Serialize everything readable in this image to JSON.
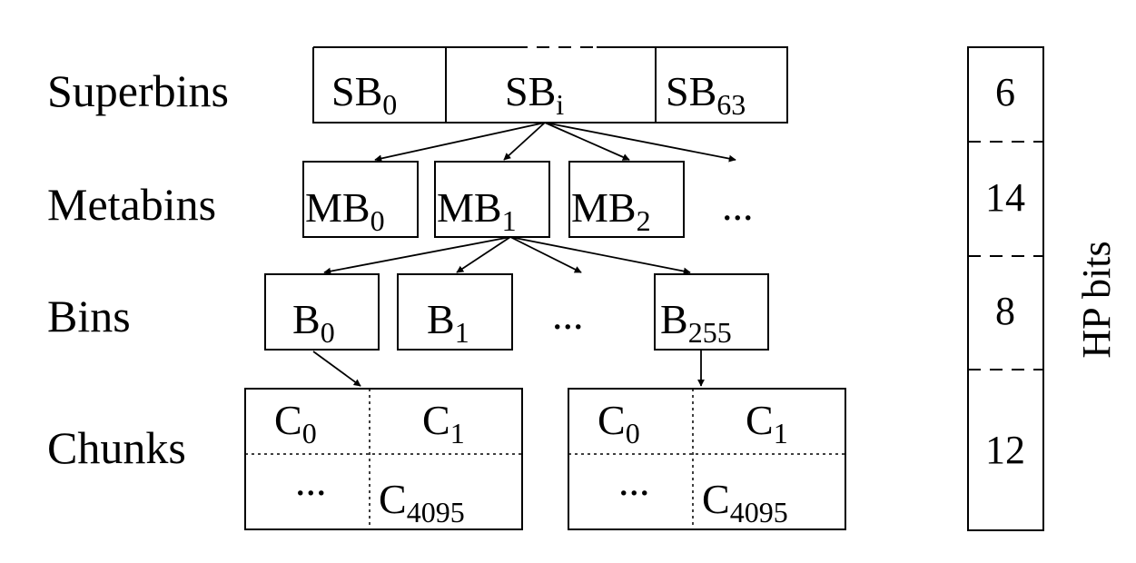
{
  "rows": {
    "superbins": "Superbins",
    "metabins": "Metabins",
    "bins": "Bins",
    "chunks": "Chunks"
  },
  "superbins": [
    {
      "main": "SB",
      "sub": "0"
    },
    {
      "main": "SB",
      "sub": "i"
    },
    {
      "main": "SB",
      "sub": "63"
    }
  ],
  "metabins": [
    {
      "main": "MB",
      "sub": "0"
    },
    {
      "main": "MB",
      "sub": "1"
    },
    {
      "main": "MB",
      "sub": "2"
    }
  ],
  "metabins_more": "...",
  "bins": [
    {
      "main": "B",
      "sub": "0"
    },
    {
      "main": "B",
      "sub": "1"
    },
    {
      "main": "B",
      "sub": "255"
    }
  ],
  "bins_more": "...",
  "chunk_groups": [
    {
      "c0": {
        "main": "C",
        "sub": "0"
      },
      "c1": {
        "main": "C",
        "sub": "1"
      },
      "more": "...",
      "clast": {
        "main": "C",
        "sub": "4095"
      }
    },
    {
      "c0": {
        "main": "C",
        "sub": "0"
      },
      "c1": {
        "main": "C",
        "sub": "1"
      },
      "more": "...",
      "clast": {
        "main": "C",
        "sub": "4095"
      }
    }
  ],
  "hp_bits": {
    "title": "HP bits",
    "segments": [
      "6",
      "14",
      "8",
      "12"
    ]
  }
}
